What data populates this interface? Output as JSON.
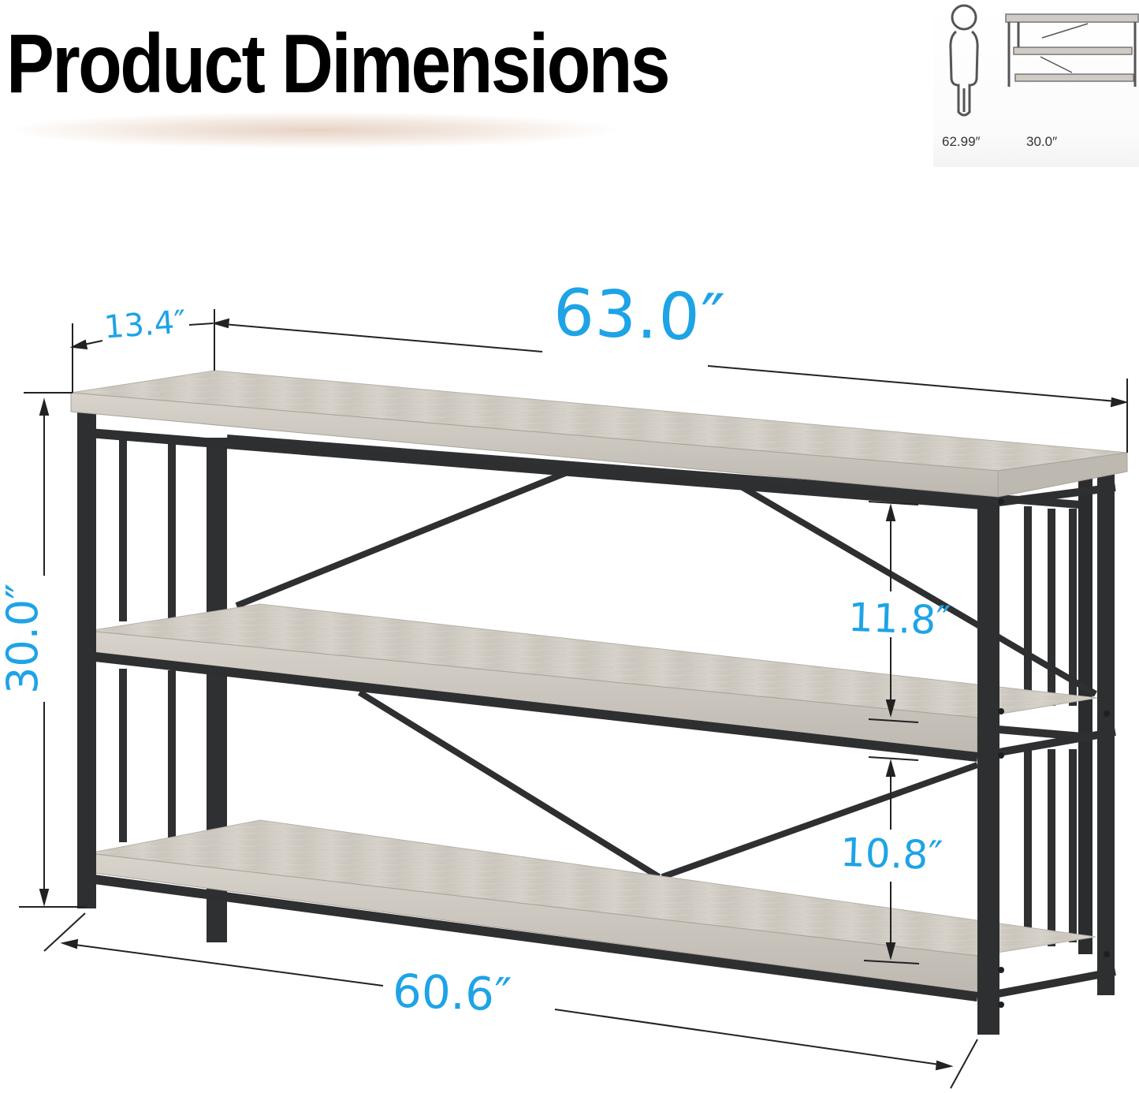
{
  "header": {
    "title": "Product Dimensions"
  },
  "size_comparison": {
    "person_height": "62.99″",
    "shelf_height": "30.0″"
  },
  "dimensions": {
    "overall_width": "63.0″",
    "depth": "13.4″",
    "overall_height": "30.0″",
    "upper_shelf_gap": "11.8″",
    "lower_shelf_gap": "10.8″",
    "base_width": "60.6″"
  },
  "colors": {
    "dimension_text": "#1ea3e6",
    "frame": "#2e2f31",
    "wood": "#cfcac2"
  }
}
